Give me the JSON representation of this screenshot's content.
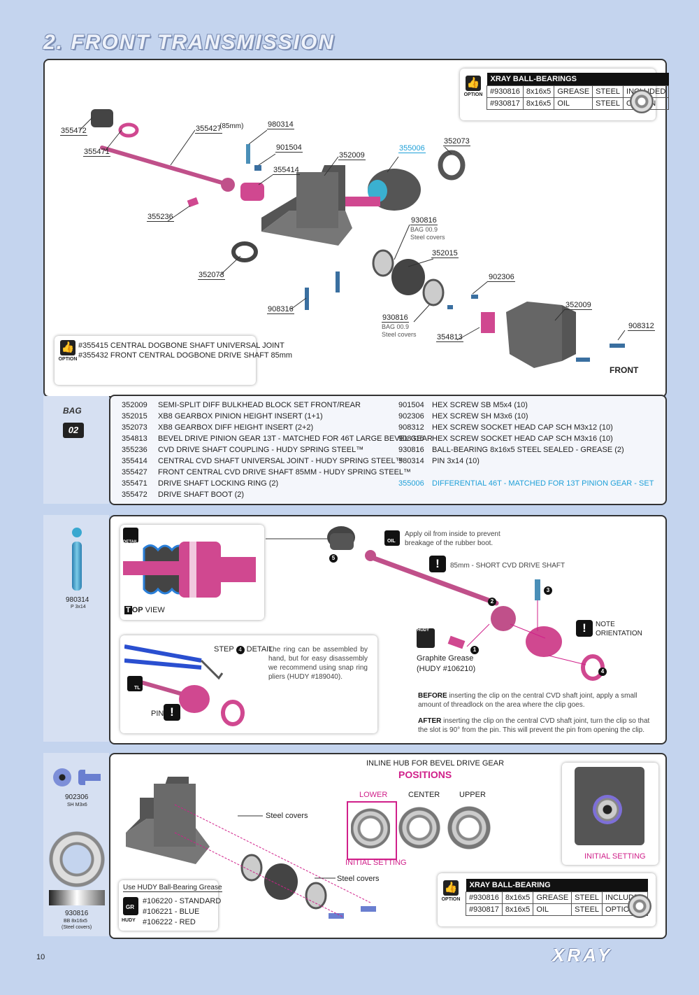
{
  "page_title": "2. FRONT TRANSMISSION",
  "page_number": "10",
  "brand": "XRAY",
  "bearings_top": {
    "option_label": "OPTION",
    "header": "XRAY BALL-BEARINGS",
    "rows": [
      [
        "#930816",
        "8x16x5",
        "GREASE",
        "STEEL",
        "INCLUDED"
      ],
      [
        "#930817",
        "8x16x5",
        "OIL",
        "STEEL",
        "OPTION"
      ]
    ]
  },
  "exploded": {
    "labels": {
      "l355472": "355472",
      "l355471": "355471",
      "l355427": "355427",
      "l355427_note": "(85mm)",
      "l980314": "980314",
      "l901504": "901504",
      "l355414": "355414",
      "l352009a": "352009",
      "l355006": "355006",
      "l352073a": "352073",
      "l355236": "355236",
      "l930816a": "930816",
      "l352015": "352015",
      "l352073b": "352073",
      "l902306": "902306",
      "l908316": "908316",
      "l930816b": "930816",
      "l352009b": "352009",
      "l354813": "354813",
      "l908312": "908312"
    },
    "bag_note": "BAG 00.9",
    "steel_note": "Steel covers",
    "front_label": "FRONT",
    "option_label": "OPTION",
    "option_lines": [
      "#355415 CENTRAL DOGBONE SHAFT UNIVERSAL JOINT",
      "#355432 FRONT CENTRAL DOGBONE DRIVE SHAFT 85mm"
    ]
  },
  "bag": {
    "label": "BAG",
    "number": "02"
  },
  "parts_left": [
    [
      "352009",
      "SEMI-SPLIT DIFF BULKHEAD BLOCK SET FRONT/REAR"
    ],
    [
      "352015",
      "XB8 GEARBOX PINION HEIGHT INSERT (1+1)"
    ],
    [
      "352073",
      "XB8 GEARBOX DIFF HEIGHT INSERT (2+2)"
    ],
    [
      "354813",
      "BEVEL DRIVE PINION GEAR 13T - MATCHED FOR 46T LARGE BEVEL GEAR"
    ],
    [
      "355236",
      "CVD DRIVE SHAFT COUPLING  - HUDY SPRING STEEL™"
    ],
    [
      "355414",
      "CENTRAL CVD SHAFT UNIVERSAL JOINT - HUDY SPRING STEEL™"
    ],
    [
      "355427",
      "FRONT CENTRAL CVD DRIVE SHAFT 85MM - HUDY SPRING STEEL™"
    ],
    [
      "355471",
      "DRIVE SHAFT LOCKING RING (2)"
    ],
    [
      "355472",
      "DRIVE SHAFT BOOT (2)"
    ]
  ],
  "parts_right": [
    [
      "901504",
      "HEX SCREW  SB M5x4  (10)"
    ],
    [
      "902306",
      "HEX SCREW  SH M3x6  (10)"
    ],
    [
      "908312",
      "HEX SCREW SOCKET HEAD CAP SCH M3x12  (10)"
    ],
    [
      "908316",
      "HEX SCREW SOCKET HEAD CAP SCH M3x16  (10)"
    ],
    [
      "930816",
      "BALL-BEARING 8x16x5 STEEL SEALED - GREASE (2)"
    ],
    [
      "980314",
      "PIN 3x14  (10)"
    ]
  ],
  "parts_highlight": [
    "355006",
    "DIFFERENTIAL 46T - MATCHED FOR 13T PINION GEAR - SET"
  ],
  "side_info": {
    "part": "980314",
    "size": "P 3x14"
  },
  "assembly": {
    "detail_label": "DETAIL",
    "top_view_t": "T",
    "top_view_op": "OP",
    "top_view_rest": "VIEW",
    "oil_label": "OIL",
    "oil_note": "Apply oil from inside to prevent breakage of the rubber boot.",
    "shaft_note": "85mm - SHORT CVD DRIVE SHAFT",
    "note_orientation": "NOTE ORIENTATION",
    "hudy_label": "HUDY",
    "grease_label": "Graphite Grease",
    "grease_code": "(HUDY #106210)",
    "step_label": "STEP",
    "step_num": "4",
    "step_detail": "DETAIL",
    "ring_note": "The ring can be assembled by hand, but for easy disassembly we recommend using snap ring pliers (HUDY #189040).",
    "pin_label": "PIN",
    "tl_label": "TL",
    "before_bold": "BEFORE",
    "before_text": "inserting the clip on the central CVD shaft joint, apply a small amount of threadlock on the area where the clip goes.",
    "after_bold": "AFTER",
    "after_text": "inserting the clip on the central CVD shaft joint, turn the clip so that the slot is 90° from the pin. This will prevent the pin from opening the clip.",
    "steps": [
      "1",
      "2",
      "3",
      "4",
      "5"
    ]
  },
  "side_hardware": {
    "screw_code": "902306",
    "screw_size": "SH M3x6",
    "bearing_code": "930816",
    "bearing_size": "BB 8x16x5",
    "bearing_note": "(Steel covers)"
  },
  "bottom": {
    "inline_title": "INLINE HUB FOR BEVEL DRIVE GEAR",
    "positions": "POSITIONS",
    "pos_lower": "LOWER",
    "pos_center": "CENTER",
    "pos_upper": "UPPER",
    "initial_setting": "INITIAL SETTING",
    "initial_setting2": "INITIAL SETTING",
    "steel_covers_1": "Steel covers",
    "steel_covers_2": "Steel covers",
    "grease_title": "Use HUDY Ball-Bearing Grease",
    "grease_lines": [
      "#106220 - STANDARD",
      "#106221 - BLUE",
      "#106222 - RED"
    ],
    "gr_label": "GR",
    "hudy_label": "HUDY"
  },
  "bearings_bottom": {
    "option_label": "OPTION",
    "header": "XRAY BALL-BEARING",
    "rows": [
      [
        "#930816",
        "8x16x5",
        "GREASE",
        "STEEL",
        "INCLUDED"
      ],
      [
        "#930817",
        "8x16x5",
        "OIL",
        "STEEL",
        "OPTION"
      ]
    ]
  },
  "colors": {
    "accent_pink": "#d0208a",
    "accent_blue": "#1fa0d8",
    "bg": "#c4d4ee"
  }
}
